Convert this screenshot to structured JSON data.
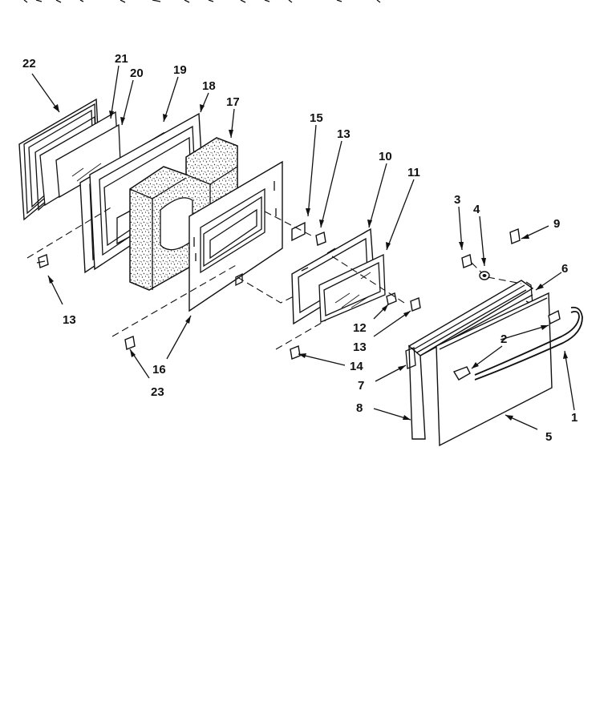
{
  "callouts": {
    "c1": "1",
    "c2": "2",
    "c3": "3",
    "c4": "4",
    "c5": "5",
    "c6": "6",
    "c7": "7",
    "c8": "8",
    "c9": "9",
    "c10": "10",
    "c11": "11",
    "c12": "12",
    "c13a": "13",
    "c13b": "13",
    "c13c": "13",
    "c14": "14",
    "c15": "15",
    "c16": "16",
    "c17": "17",
    "c18": "18",
    "c19": "19",
    "c20": "20",
    "c21": "21",
    "c22": "22",
    "c23": "23"
  }
}
